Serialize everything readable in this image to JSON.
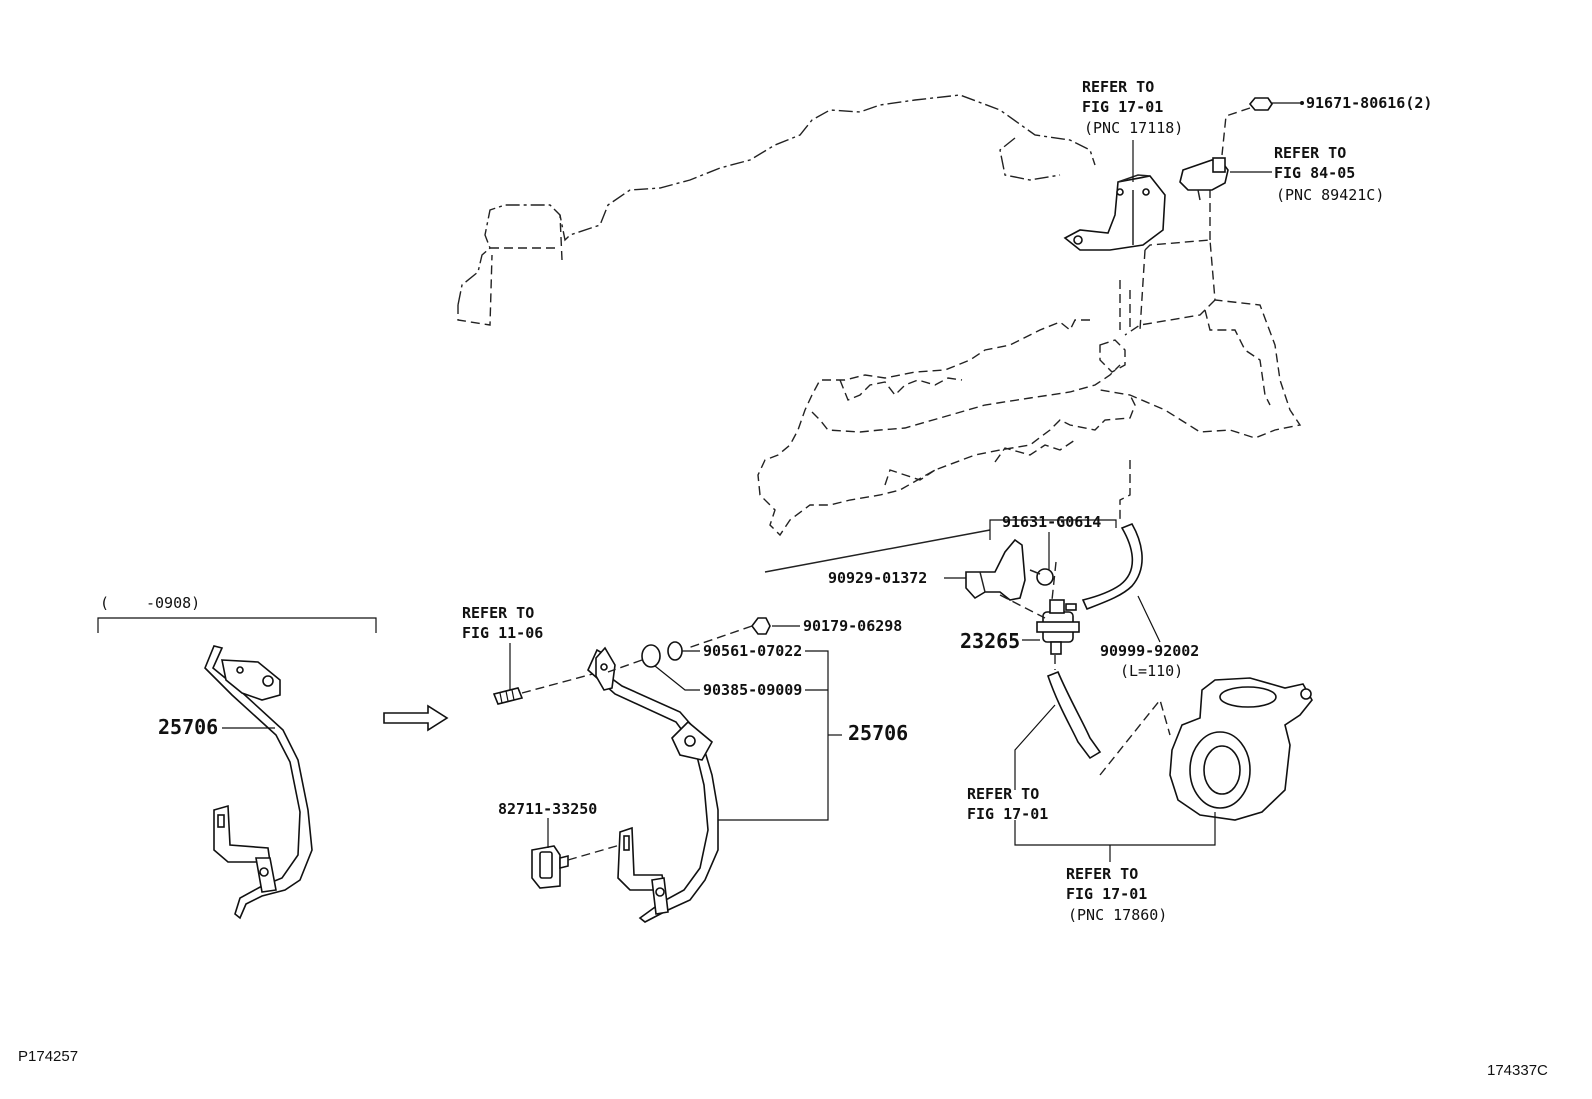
{
  "labels": {
    "refer_1701_top": [
      "REFER TO",
      "FIG 17-01",
      "(PNC 17118)"
    ],
    "part_91671": "91671-80616(2)",
    "refer_8405": [
      "REFER TO",
      "FIG 84-05",
      "(PNC 89421C)"
    ],
    "part_91631": "91631-G0614",
    "part_90929": "90929-01372",
    "part_23265": "23265",
    "part_90999": "90999-92002",
    "part_90999_len": "(L=110)",
    "refer_1701_mid": [
      "REFER TO",
      "FIG 17-01"
    ],
    "refer_1701_bottom": [
      "REFER TO",
      "FIG 17-01",
      "(PNC 17860)"
    ],
    "refer_1106": [
      "REFER TO",
      "FIG 11-06"
    ],
    "part_90179": "90179-06298",
    "part_90561": "90561-07022",
    "part_90385": "90385-09009",
    "part_25706_right": "25706",
    "part_82711": "82711-33250",
    "part_25706_left": "25706",
    "range_note_open": "(",
    "range_note": "-0908)"
  },
  "footer": {
    "left_code": "P174257",
    "right_code": "174337C"
  }
}
